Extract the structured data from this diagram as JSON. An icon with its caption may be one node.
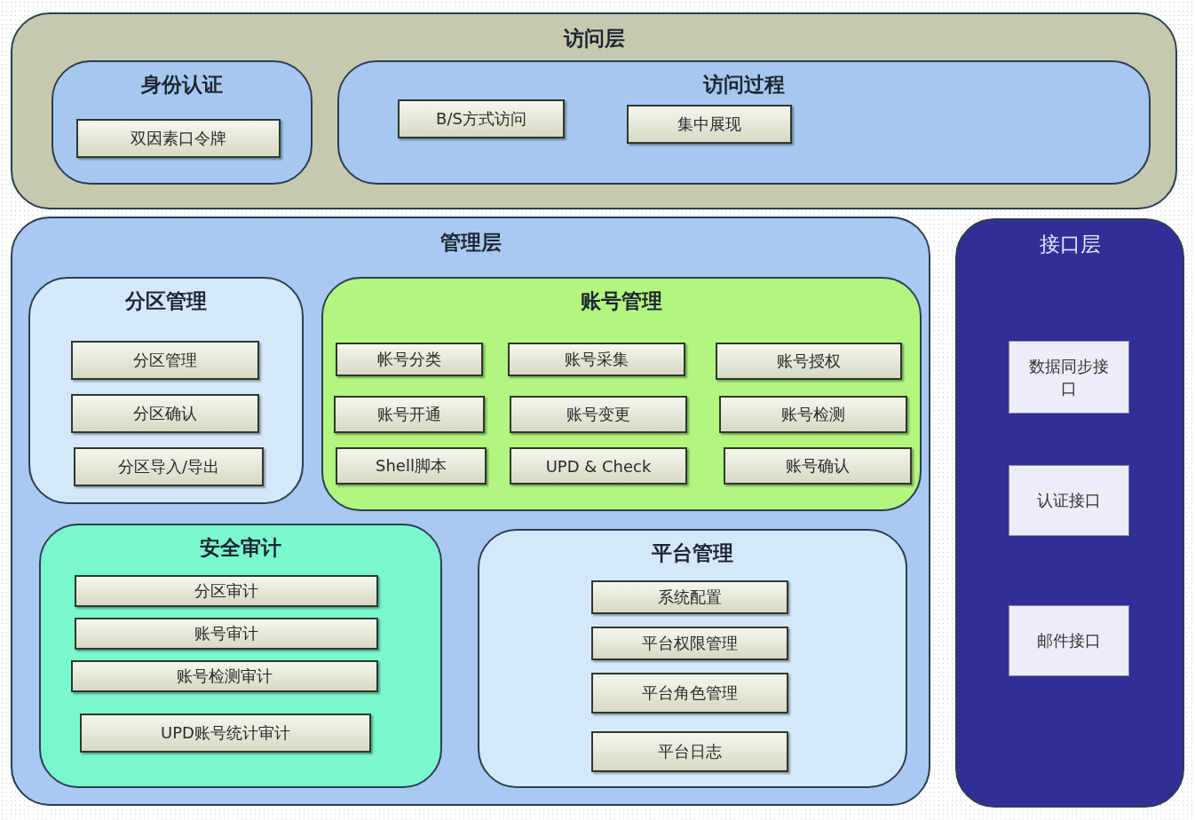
{
  "diagram": {
    "nodes": [
      {
        "text": [
          "访问层"
        ]
      },
      {
        "text": [
          "身份认证"
        ],
        "in": 0
      },
      {
        "text": [
          "双因素口令牌"
        ],
        "in": 1
      },
      {
        "text": [
          "访问过程"
        ],
        "in": 0
      },
      {
        "text": [
          "B/S方式访问"
        ],
        "in": 3
      },
      {
        "text": [
          "集中展现"
        ],
        "in": 3
      },
      {
        "text": [
          "管理层"
        ]
      },
      {
        "text": [
          "分区管理"
        ],
        "in": 6
      },
      {
        "text": [
          "分区管理"
        ],
        "in": 7
      },
      {
        "text": [
          "分区确认"
        ],
        "in": 7
      },
      {
        "text": [
          "分区导入/导出"
        ],
        "in": 7
      },
      {
        "text": [
          "账号管理"
        ],
        "in": 6
      },
      {
        "text": [
          "帐号分类"
        ],
        "in": 11
      },
      {
        "text": [
          "账号采集"
        ],
        "in": 11
      },
      {
        "text": [
          "账号授权"
        ],
        "in": 11
      },
      {
        "text": [
          "账号开通"
        ],
        "in": 11
      },
      {
        "text": [
          "账号变更"
        ],
        "in": 11
      },
      {
        "text": [
          "账号检测"
        ],
        "in": 11
      },
      {
        "text": [
          "Shell脚本"
        ],
        "in": 11
      },
      {
        "text": [
          "UPD & Check"
        ],
        "in": 11
      },
      {
        "text": [
          "账号确认"
        ],
        "in": 11
      },
      {
        "text": [
          "安全审计"
        ],
        "in": 6
      },
      {
        "text": [
          "分区审计"
        ],
        "in": 21
      },
      {
        "text": [
          "账号审计"
        ],
        "in": 21
      },
      {
        "text": [
          "账号检测审计"
        ],
        "in": 21
      },
      {
        "text": [
          "UPD账号统计审计"
        ],
        "in": 21
      },
      {
        "text": [
          "平台管理"
        ],
        "in": 6
      },
      {
        "text": [
          "系统配置"
        ],
        "in": 26
      },
      {
        "text": [
          "平台权限管理"
        ],
        "in": 26
      },
      {
        "text": [
          "平台角色管理"
        ],
        "in": 26
      },
      {
        "text": [
          "平台日志"
        ],
        "in": 26
      },
      {
        "text": [
          "接口层"
        ]
      },
      {
        "text": [
          "数据同步接口"
        ],
        "in": 31
      },
      {
        "text": [
          "认证接口"
        ],
        "in": 31
      },
      {
        "text": [
          "邮件接口"
        ],
        "in": 31
      }
    ]
  }
}
